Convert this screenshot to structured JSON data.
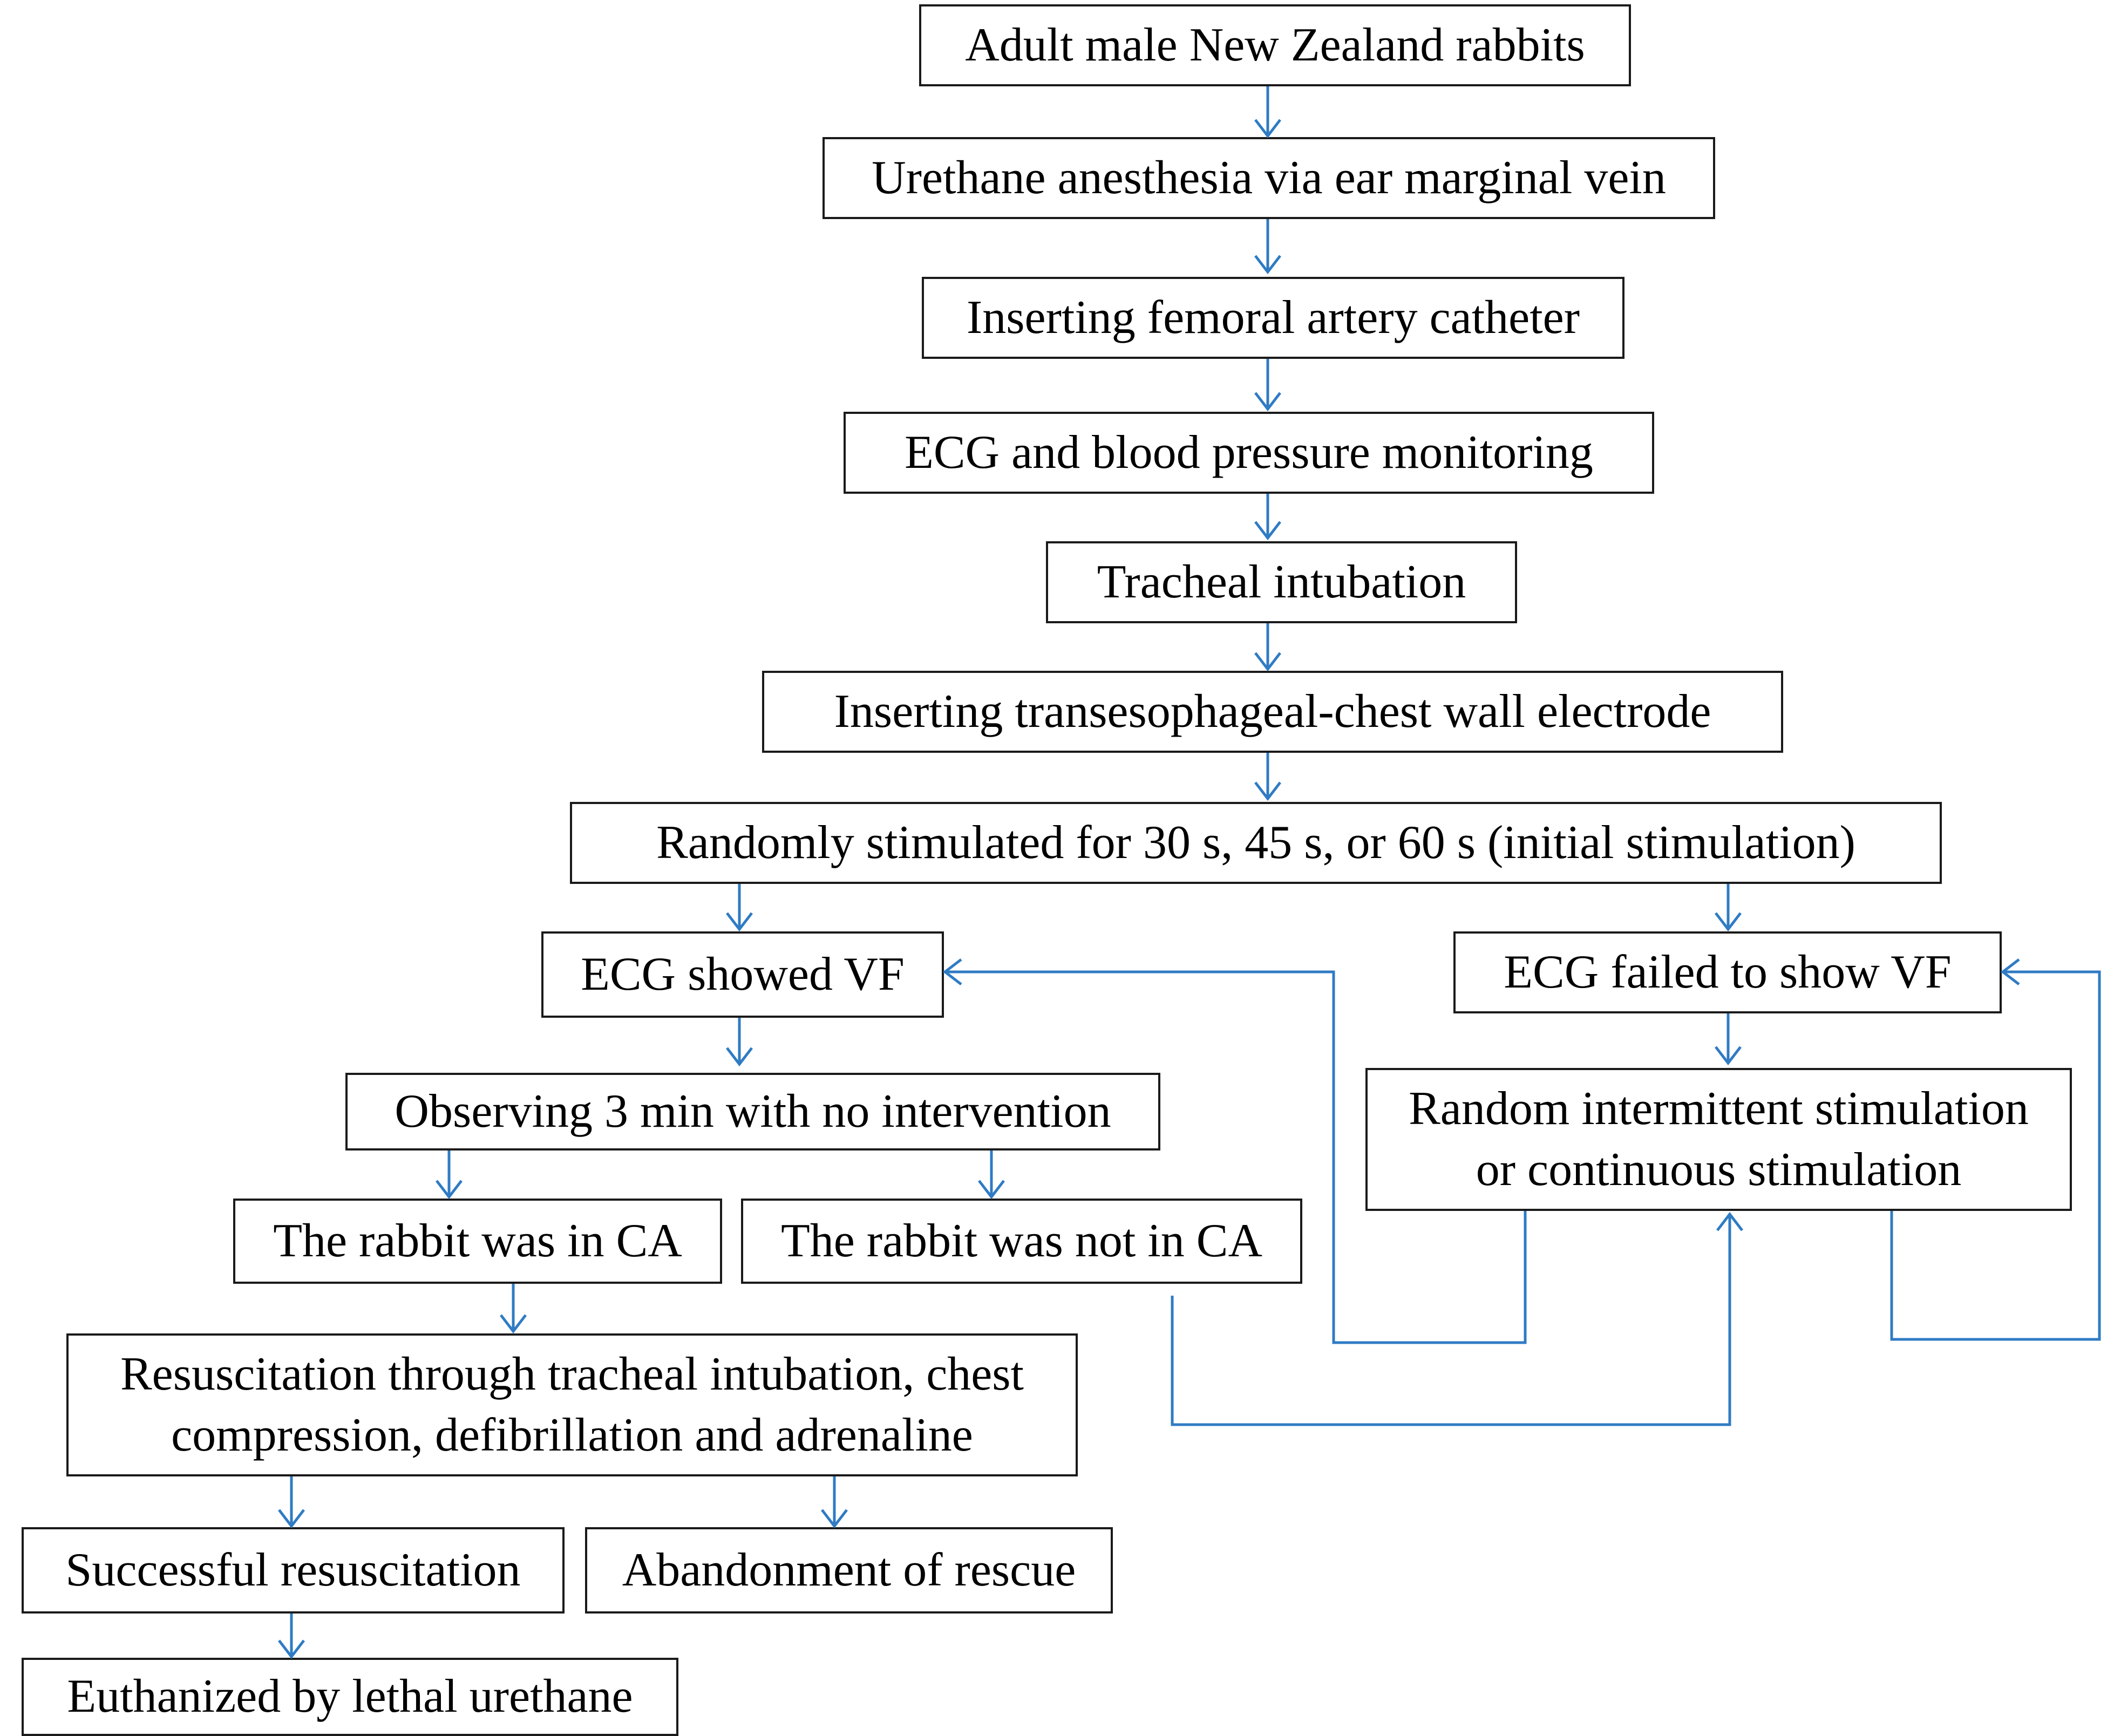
{
  "flowchart": {
    "nodes": {
      "n1": "Adult male New Zealand rabbits",
      "n2": "Urethane anesthesia via ear marginal vein",
      "n3": "Inserting femoral artery catheter",
      "n4": "ECG and blood pressure monitoring",
      "n5": "Tracheal intubation",
      "n6": "Inserting transesophageal-chest wall electrode",
      "n7": "Randomly stimulated for 30 s, 45 s, or 60 s (initial stimulation)",
      "n8": "ECG  showed VF",
      "n9": "ECG failed to show VF",
      "n10": "Observing 3 min with no intervention",
      "n11_line1": "Random intermittent stimulation",
      "n11_line2": "or continuous stimulation",
      "n12": "The rabbit was in CA",
      "n13": "The rabbit was not in CA",
      "n14_line1": "Resuscitation through tracheal intubation, chest",
      "n14_line2": "compression, defibrillation and adrenaline",
      "n15": "Successful resuscitation",
      "n16": "Abandonment of rescue",
      "n17": "Euthanized by lethal urethane"
    },
    "edges": [
      {
        "from": "n1",
        "to": "n2"
      },
      {
        "from": "n2",
        "to": "n3"
      },
      {
        "from": "n3",
        "to": "n4"
      },
      {
        "from": "n4",
        "to": "n5"
      },
      {
        "from": "n5",
        "to": "n6"
      },
      {
        "from": "n6",
        "to": "n7"
      },
      {
        "from": "n7",
        "to": "n8"
      },
      {
        "from": "n7",
        "to": "n9"
      },
      {
        "from": "n8",
        "to": "n10"
      },
      {
        "from": "n9",
        "to": "n11"
      },
      {
        "from": "n10",
        "to": "n12"
      },
      {
        "from": "n10",
        "to": "n13"
      },
      {
        "from": "n12",
        "to": "n14"
      },
      {
        "from": "n14",
        "to": "n15"
      },
      {
        "from": "n14",
        "to": "n16"
      },
      {
        "from": "n15",
        "to": "n17"
      },
      {
        "from": "n11",
        "to": "n8"
      },
      {
        "from": "n11",
        "to": "n9"
      },
      {
        "from": "n13",
        "to": "n11"
      }
    ],
    "colors": {
      "connector": "#2f7bc4",
      "box_border": "#1a1a1a",
      "text": "#000000"
    }
  }
}
